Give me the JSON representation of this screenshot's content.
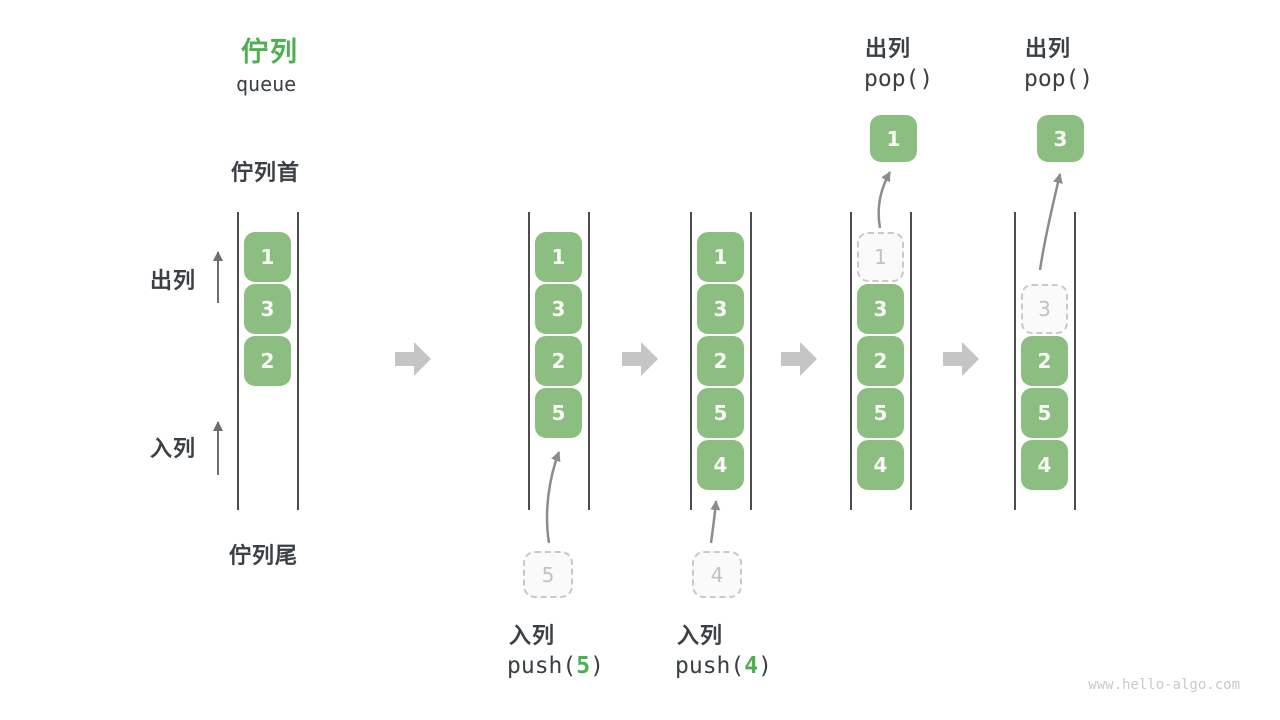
{
  "header": {
    "title_zh": "佇列",
    "title_en": "queue"
  },
  "labels": {
    "queue_front": "佇列首",
    "queue_rear": "佇列尾",
    "dequeue_side": "出列",
    "enqueue_side": "入列"
  },
  "states": [
    {
      "name": "initial",
      "cells": [
        {
          "value": "1"
        },
        {
          "value": "3"
        },
        {
          "value": "2"
        }
      ]
    },
    {
      "name": "after-push-5",
      "cells": [
        {
          "value": "1"
        },
        {
          "value": "3"
        },
        {
          "value": "2"
        },
        {
          "value": "5"
        }
      ]
    },
    {
      "name": "after-push-4",
      "cells": [
        {
          "value": "1"
        },
        {
          "value": "3"
        },
        {
          "value": "2"
        },
        {
          "value": "5"
        },
        {
          "value": "4"
        }
      ]
    },
    {
      "name": "after-pop-1",
      "cells": [
        {
          "value": "1",
          "ghost": true
        },
        {
          "value": "3"
        },
        {
          "value": "2"
        },
        {
          "value": "5"
        },
        {
          "value": "4"
        }
      ]
    },
    {
      "name": "after-pop-3",
      "cells": [
        {
          "value": "3",
          "ghost": true
        },
        {
          "value": "2"
        },
        {
          "value": "5"
        },
        {
          "value": "4"
        }
      ]
    }
  ],
  "operations": {
    "push5": {
      "label": "入列",
      "code_open": "push(",
      "arg": "5",
      "code_close": ")",
      "staged": "5"
    },
    "push4": {
      "label": "入列",
      "code_open": "push(",
      "arg": "4",
      "code_close": ")",
      "staged": "4"
    },
    "pop1": {
      "label": "出列",
      "code": "pop()",
      "result": "1"
    },
    "pop3": {
      "label": "出列",
      "code": "pop()",
      "result": "3"
    }
  },
  "colors": {
    "accent_green": "#4caf50",
    "cell_green": "#8cbe82",
    "text_dark": "#3b4045",
    "flow_arrow_gray": "#c5c5c5",
    "curve_arrow_gray": "#8c8c8c"
  },
  "watermark": "www.hello-algo.com"
}
